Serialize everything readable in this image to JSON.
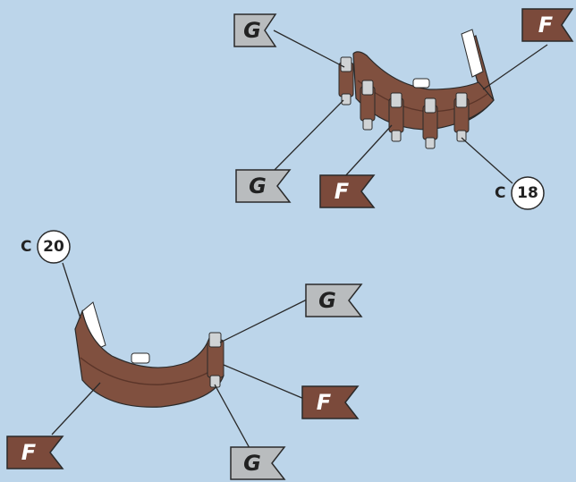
{
  "colors": {
    "background": "#bcd5ea",
    "flag_G": "#b9bcbe",
    "flag_F": "#7b4a3b",
    "bar_body": "#80503f",
    "bar_dark": "#5b3529",
    "post": "#d0d3d5",
    "leader": "#2a2a2a"
  },
  "icons": {
    "flag_G": "grey-pennant-flag-icon",
    "flag_F": "brown-pennant-flag-icon",
    "callout": "numbered-circle-callout-icon"
  },
  "flags": {
    "top_g_upper": "G",
    "top_f_right": "F",
    "top_g_lower": "G",
    "top_f_lower": "F",
    "bottom_g_upper": "G",
    "bottom_f_right": "F",
    "bottom_g_lower": "G",
    "bottom_f_left": "F"
  },
  "callouts": {
    "top": {
      "prefix": "C",
      "number": "18"
    },
    "bottom": {
      "prefix": "C",
      "number": "20"
    }
  }
}
